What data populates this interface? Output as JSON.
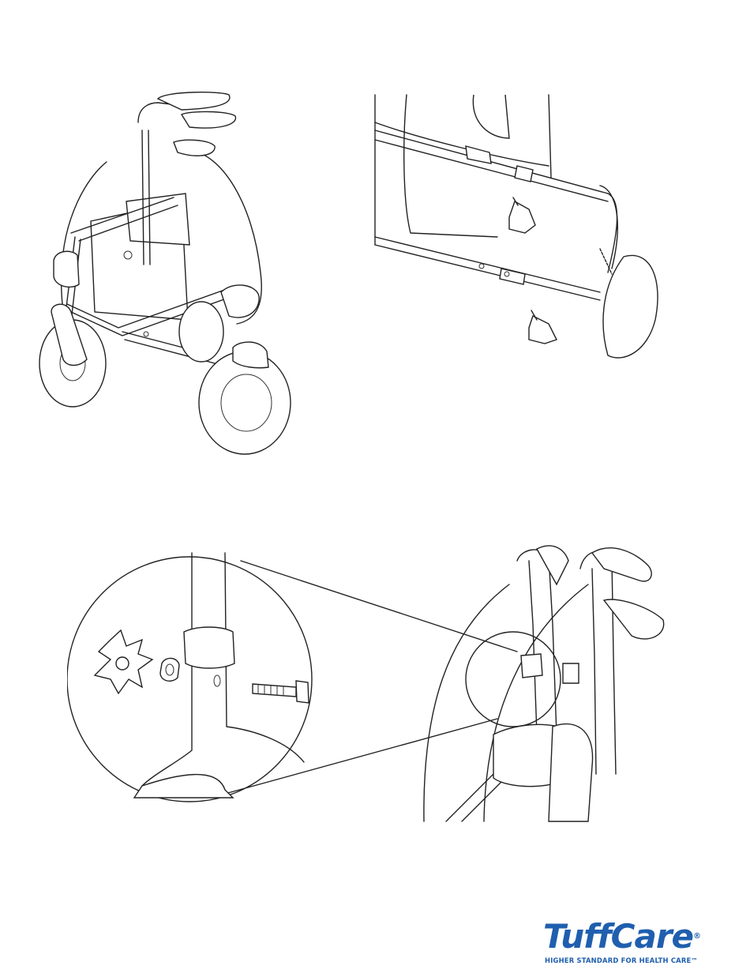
{
  "figures": [
    {
      "id": "fig1",
      "icon": "person-using-rollator-walker"
    },
    {
      "id": "fig2",
      "icon": "rollator-bag-attachment-knobs"
    },
    {
      "id": "fig3",
      "icon": "handle-height-adjustment-detail"
    }
  ],
  "logo": {
    "brand_text": "TuffCare",
    "registered_mark": "®",
    "tagline": "HIGHER STANDARD FOR HEALTH CARE™",
    "color": "#1f5fae"
  }
}
